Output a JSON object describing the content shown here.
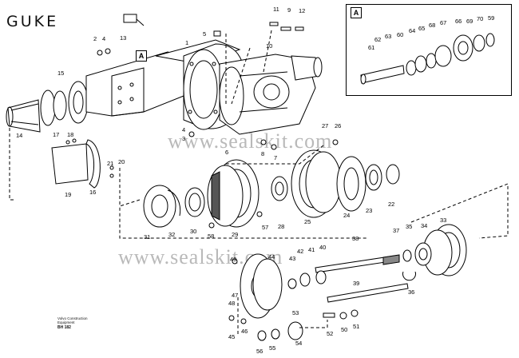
{
  "brand": "GUKE",
  "watermark": "www.sealskit.com",
  "inset_tag": "A",
  "callout_tag": "A",
  "footer": {
    "company": "Volvo Construction",
    "company2": "Equipment",
    "code": "BH 182"
  },
  "part_labels": {
    "p1": "1",
    "p2": "2",
    "p3": "3",
    "p4": "4",
    "p5": "5",
    "p6": "6",
    "p7": "7",
    "p8": "8",
    "p9": "9",
    "p10": "10",
    "p11": "11",
    "p12": "12",
    "p13": "13",
    "p14": "14",
    "p15": "15",
    "p16": "16",
    "p17": "17",
    "p18": "18",
    "p19": "19",
    "p20": "20",
    "p21": "21",
    "p22": "22",
    "p23": "23",
    "p24": "24",
    "p25": "25",
    "p26": "26",
    "p27": "27",
    "p28": "28",
    "p29": "29",
    "p30": "30",
    "p31": "31",
    "p32": "32",
    "p33": "33",
    "p34": "34",
    "p35": "35",
    "p36": "36",
    "p37": "37",
    "p38": "38",
    "p39": "39",
    "p40": "40",
    "p41": "41",
    "p42": "42",
    "p43": "43",
    "p44": "44",
    "p45": "45",
    "p46": "46",
    "p47": "47",
    "p48": "48",
    "p49": "49",
    "p50": "50",
    "p51": "51",
    "p52": "52",
    "p53": "53",
    "p54": "54",
    "p55": "55",
    "p56": "56",
    "p57": "57",
    "p58": "58",
    "p59": "59",
    "p60": "60",
    "p61": "61",
    "p62": "62",
    "p63": "63",
    "p64": "64",
    "p65": "65",
    "p66": "66",
    "p67": "67",
    "p68": "68",
    "p69": "69",
    "p70": "70"
  }
}
